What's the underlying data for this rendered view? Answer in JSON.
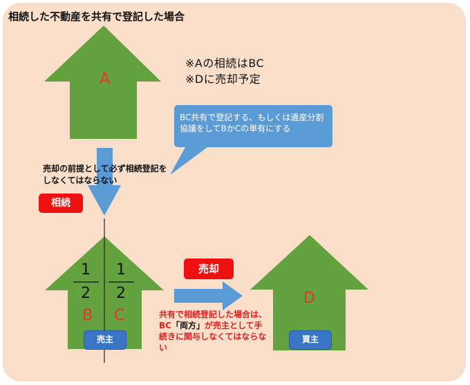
{
  "title": "相続した不動産を共有で登記した場合",
  "notes": [
    "※Aの相続はBC",
    "※Dに売却予定"
  ],
  "bubble_text": "BC共有で登記する、もしくは遺産分割協議をしてBかCの単有にする",
  "inheritance_note": "売却の前提として必ず相続登記をしなくてはならない",
  "tags": {
    "inheritance": "相続",
    "sale": "売却"
  },
  "houses": {
    "a": {
      "label": "A"
    },
    "bc": {
      "labels": [
        "B",
        "C"
      ],
      "share_b": {
        "numerator": "1",
        "denominator": "2"
      },
      "share_c": {
        "numerator": "1",
        "denominator": "2"
      },
      "role": "売主"
    },
    "d": {
      "label": "D",
      "role": "買主"
    }
  },
  "joint_note": {
    "red_part1": "共有で相続登記した場合は、BC",
    "quoted": "「両方」",
    "red_part2": "が売主として手続きに関与しなくてはならない"
  },
  "colors": {
    "background": "#f9dfca",
    "house": "#63a23e",
    "arrow": "#5b9bd5",
    "bubble": "#5b9bd5",
    "tag": "#ee1111",
    "button": "#3a74c5",
    "letter": "#e53527"
  }
}
